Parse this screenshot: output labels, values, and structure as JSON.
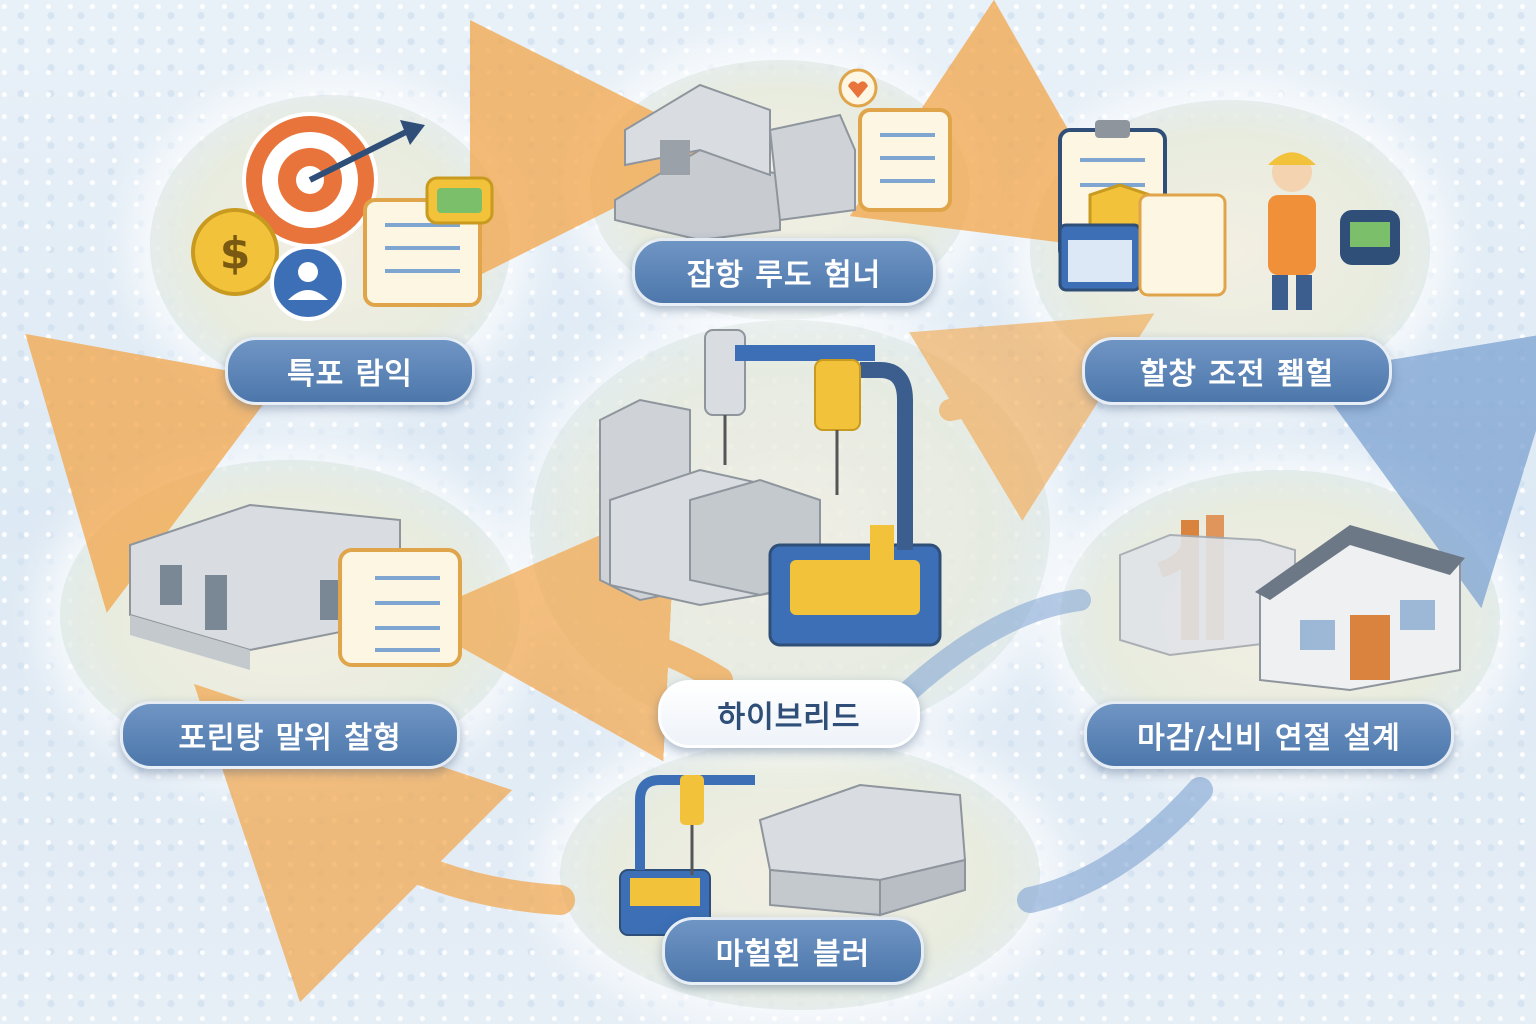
{
  "diagram": {
    "center_label": "하이브리드",
    "stages": [
      {
        "label": "특포 람익"
      },
      {
        "label": "잡항 루도 험너"
      },
      {
        "label": "할창 조전 좸헐"
      },
      {
        "label": "마감/신비 연절 설계"
      },
      {
        "label": "마헐횐 블러"
      },
      {
        "label": "포린탕 말위 찰형"
      }
    ],
    "icons": {
      "stage1": [
        "target-icon",
        "coin-icon",
        "team-icon",
        "checklist-icon"
      ],
      "stage2": [
        "block-house-icon",
        "checklist-icon",
        "heart-icon"
      ],
      "stage3": [
        "clipboard-icon",
        "shield-icon",
        "calendar-icon",
        "worker-icon"
      ],
      "stage4": [
        "pipe-icon",
        "house-icon"
      ],
      "stage5": [
        "robot-arm-icon",
        "block-wall-icon"
      ],
      "stage6": [
        "block-building-icon",
        "checklist-icon"
      ],
      "center": [
        "robot-arm-icon",
        "block-tower-icon"
      ]
    },
    "colors": {
      "orange_arrow": "#f3a64a",
      "blue_arrow": "#7ea3d2",
      "label_bg": "#5b83b6",
      "machine_yellow": "#f2c23a",
      "machine_blue": "#3c6fb5"
    }
  }
}
